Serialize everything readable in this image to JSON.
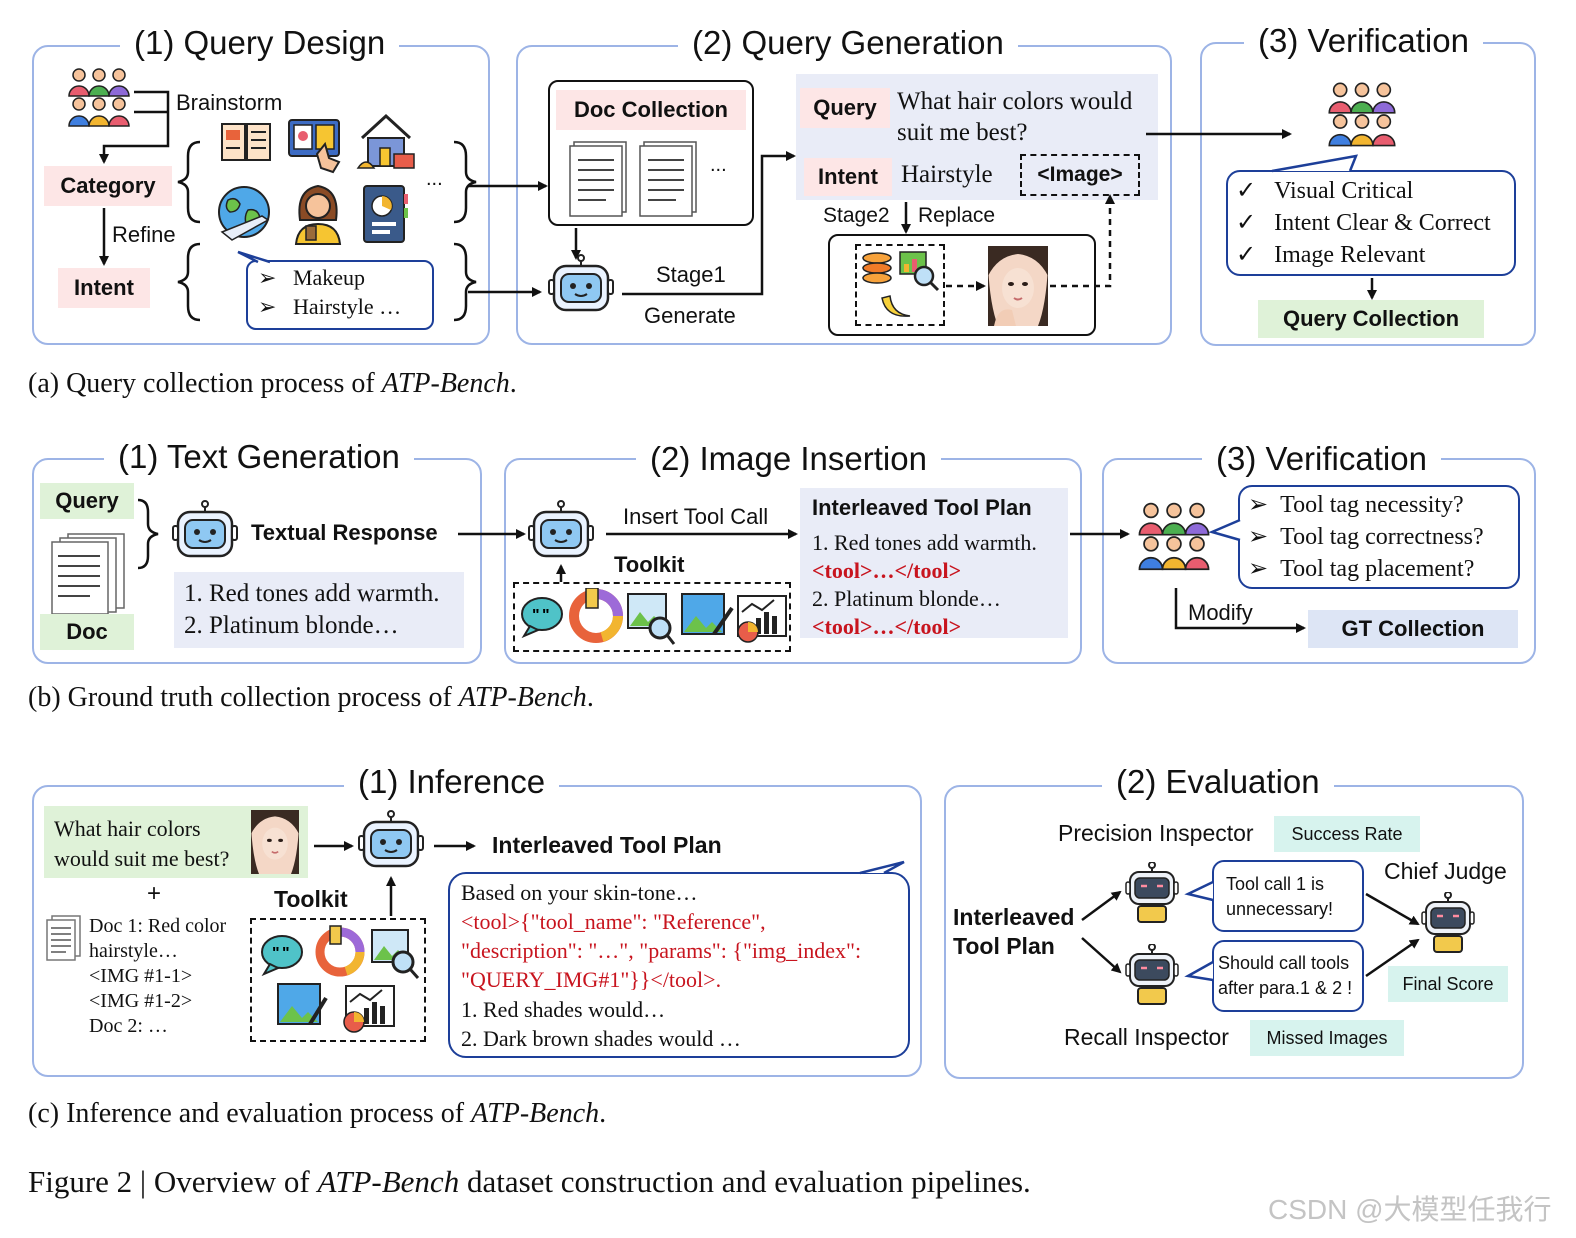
{
  "panel_a": {
    "design_title": "(1) Query Design",
    "brainstorm": "Brainstorm",
    "category": "Category",
    "refine": "Refine",
    "intent": "Intent",
    "intent_items": [
      "Makeup",
      "Hairstyle …"
    ],
    "ellipsis": "...",
    "generation_title": "(2) Query Generation",
    "doc_collection": "Doc Collection",
    "doc_ellipsis": "...",
    "stage1": "Stage1",
    "generate": "Generate",
    "query_label": "Query",
    "query_text": [
      "What hair colors would",
      "suit me best?"
    ],
    "intent_label": "Intent",
    "intent_value": "Hairstyle",
    "image_tag": "<Image>",
    "stage2": "Stage2",
    "replace": "Replace",
    "verification_title": "(3) Verification",
    "checks": [
      "Visual Critical",
      "Intent Clear & Correct",
      "Image Relevant"
    ],
    "query_collection": "Query Collection",
    "caption_prefix": "(a) Query collection process of ",
    "caption_italic": "ATP-Bench",
    "caption_suffix": "."
  },
  "panel_b": {
    "text_gen_title": "(1) Text Generation",
    "query": "Query",
    "doc": "Doc",
    "textual_response": "Textual Response",
    "response_lines": [
      "1. Red tones add warmth.",
      "2. Platinum blonde…"
    ],
    "image_insert_title": "(2) Image Insertion",
    "insert_tool_call": "Insert Tool Call",
    "toolkit": "Toolkit",
    "plan_title": "Interleaved Tool Plan",
    "plan_lines": [
      "1. Red tones add warmth.",
      "<tool>…</tool>",
      "2. Platinum blonde…",
      "<tool>…</tool>"
    ],
    "verification_title": "(3) Verification",
    "questions": [
      "Tool tag necessity?",
      "Tool tag correctness?",
      "Tool tag placement?"
    ],
    "modify": "Modify",
    "gt_collection": "GT Collection",
    "caption_prefix": "(b) Ground truth collection process of ",
    "caption_italic": "ATP-Bench",
    "caption_suffix": "."
  },
  "panel_c": {
    "inference_title": "(1) Inference",
    "query_lines": [
      "What hair colors",
      "would suit me best?"
    ],
    "plus": "+",
    "doc_lines": [
      "Doc 1: Red color",
      "hairstyle…",
      "<IMG #1-1>",
      "<IMG #1-2>",
      "Doc 2: …"
    ],
    "toolkit": "Toolkit",
    "plan_title": "Interleaved Tool Plan",
    "plan_intro": "Based on your skin-tone…",
    "plan_code": [
      "<tool>{\"tool_name\": \"Reference\",",
      "\"description\": \"…\", \"params\": {\"img_index\":",
      "\"QUERY_IMG#1\"}}</tool>."
    ],
    "plan_tail": [
      "1. Red shades would…",
      "2. Dark brown shades would …"
    ],
    "evaluation_title": "(2) Evaluation",
    "precision_inspector": "Precision Inspector",
    "success_rate": "Success Rate",
    "chief_judge": "Chief Judge",
    "eval_input": [
      "Interleaved",
      "Tool Plan"
    ],
    "precision_msg": [
      "Tool call 1 is",
      "unnecessary!"
    ],
    "recall_msg": [
      "Should call tools",
      "after para.1 & 2 !"
    ],
    "final_score": "Final Score",
    "recall_inspector": "Recall Inspector",
    "missed_images": "Missed Images",
    "caption_prefix": "(c) Inference and evaluation process of ",
    "caption_italic": "ATP-Bench",
    "caption_suffix": "."
  },
  "figure_caption": {
    "prefix": "Figure 2 | Overview of ",
    "italic": "ATP-Bench",
    "suffix": " dataset construction and evaluation pipelines."
  },
  "watermark": "CSDN @大模型任我行"
}
